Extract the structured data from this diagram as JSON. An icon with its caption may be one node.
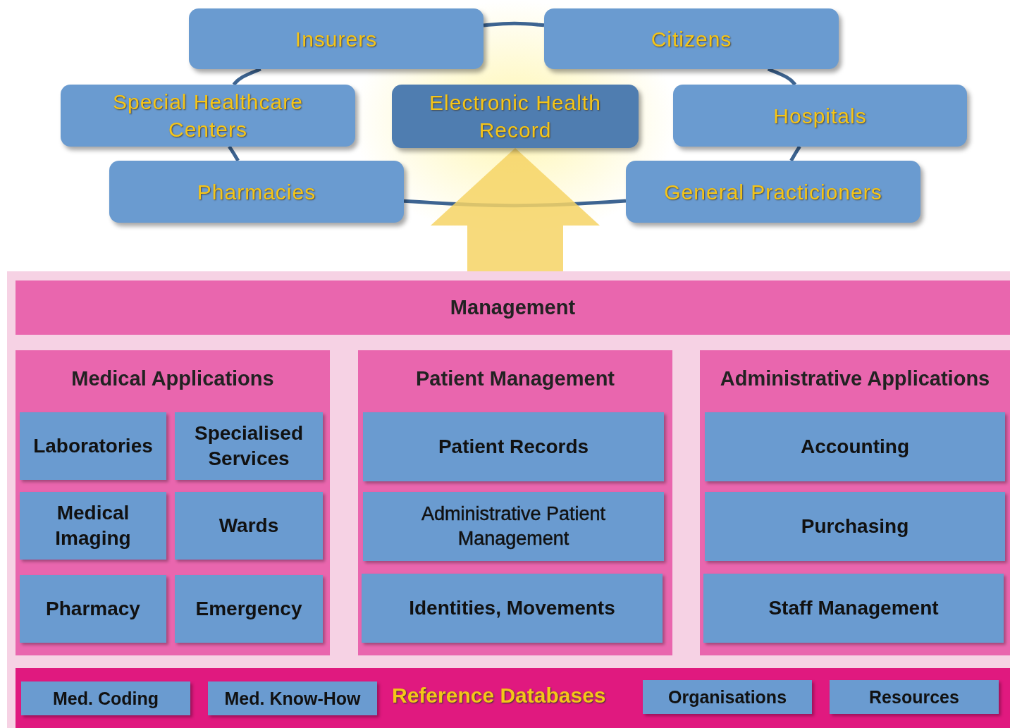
{
  "diagram": {
    "nodes": [
      {
        "text": [
          "Insurers"
        ]
      },
      {
        "text": [
          "Citizens"
        ]
      },
      {
        "text": [
          "Special Healthcare Centers"
        ]
      },
      {
        "text": [
          "Electronic Health Record"
        ]
      },
      {
        "text": [
          "Hospitals"
        ]
      },
      {
        "text": [
          "Pharmacies"
        ]
      },
      {
        "text": [
          "General Practicioners"
        ]
      },
      {
        "text": [],
        "shape": "box"
      },
      {
        "text": [
          "Management"
        ],
        "in": 7
      },
      {
        "text": [
          "Medical Applications"
        ],
        "in": 7
      },
      {
        "text": [
          "Laboratories"
        ],
        "in": 9
      },
      {
        "text": [
          "Specialised Services"
        ],
        "in": 9
      },
      {
        "text": [
          "Medical Imaging"
        ],
        "in": 9
      },
      {
        "text": [
          "Wards"
        ],
        "in": 9
      },
      {
        "text": [
          "Pharmacy"
        ],
        "in": 9
      },
      {
        "text": [
          "Emergency"
        ],
        "in": 9
      },
      {
        "text": [
          "Patient Management"
        ],
        "in": 7
      },
      {
        "text": [
          "Patient Records"
        ],
        "in": 16
      },
      {
        "text": [
          "Administrative Patient Management"
        ],
        "in": 16
      },
      {
        "text": [
          "Identities, Movements"
        ],
        "in": 16
      },
      {
        "text": [
          "Administrative Applications"
        ],
        "in": 7
      },
      {
        "text": [
          "Accounting"
        ],
        "in": 20
      },
      {
        "text": [
          "Purchasing"
        ],
        "in": 20
      },
      {
        "text": [
          "Staff Management"
        ],
        "in": 20
      },
      {
        "text": [
          "Reference Databases"
        ],
        "in": 7
      },
      {
        "text": [
          "Med. Coding"
        ],
        "in": 24
      },
      {
        "text": [
          "Med. Know-How"
        ],
        "in": 24
      },
      {
        "text": [
          "Organisations"
        ],
        "in": 24
      },
      {
        "text": [
          "Resources"
        ],
        "in": 24
      }
    ],
    "edges": [
      {
        "from": 0,
        "to": 1,
        "arrow": "none"
      },
      {
        "from": 1,
        "to": 4,
        "arrow": "none"
      },
      {
        "from": 4,
        "to": 6,
        "arrow": "none"
      },
      {
        "from": 6,
        "to": 5,
        "arrow": "none"
      },
      {
        "from": 5,
        "to": 2,
        "arrow": "none"
      },
      {
        "from": 2,
        "to": 0,
        "arrow": "none"
      },
      {
        "from": 7,
        "to": 3,
        "arrow": "to",
        "style": "thick",
        "color": "#f6d365"
      }
    ]
  }
}
